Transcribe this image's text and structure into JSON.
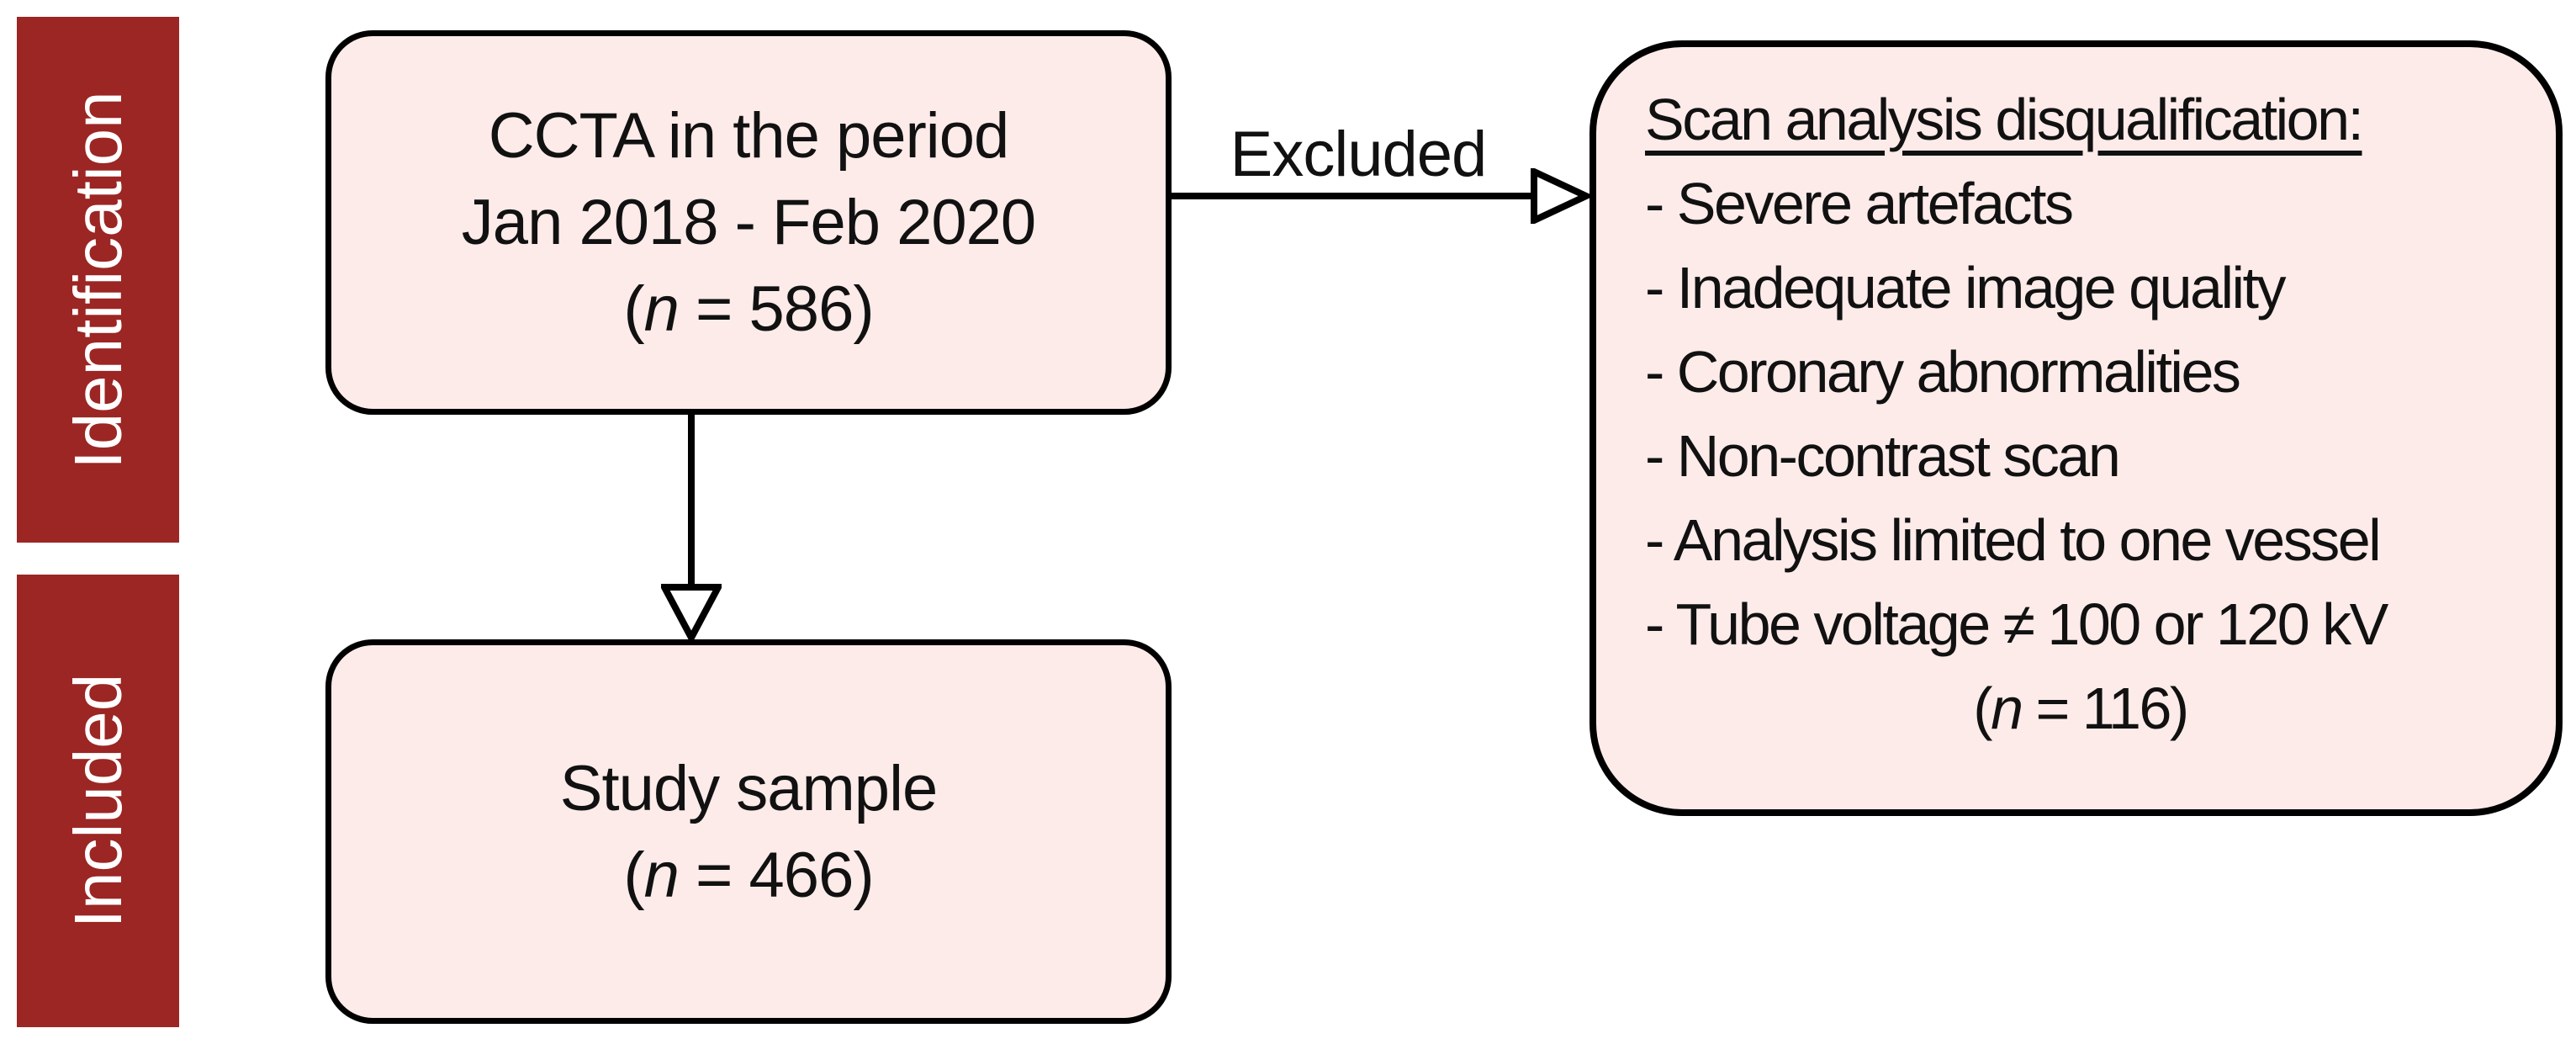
{
  "palette": {
    "bar_red": "#9B2624",
    "box_fill": "#FCEBE9",
    "box_border": "#000000",
    "text": "#111111",
    "bar_text": "#FFFFFF"
  },
  "stage_labels": [
    {
      "label": "Identification"
    },
    {
      "label": "Included"
    }
  ],
  "boxes": {
    "source": {
      "line1": "CCTA in the period",
      "line2": "Jan 2018 - Feb 2020",
      "count_prefix": "(",
      "count_var": "n",
      "count_suffix": " = 586)"
    },
    "excluded": {
      "heading": "Scan analysis disqualification:",
      "items": [
        "- Severe artefacts",
        "- Inadequate image quality",
        "- Coronary abnormalities",
        "- Non-contrast scan",
        "- Analysis limited to one vessel",
        "- Tube voltage ≠ 100 or 120 kV"
      ],
      "count_prefix": "(",
      "count_var": "n",
      "count_suffix": " = 116)"
    },
    "sample": {
      "line1": "Study sample",
      "count_prefix": "(",
      "count_var": "n",
      "count_suffix": " = 466)"
    }
  },
  "arrows": {
    "excluded_label": "Excluded"
  }
}
